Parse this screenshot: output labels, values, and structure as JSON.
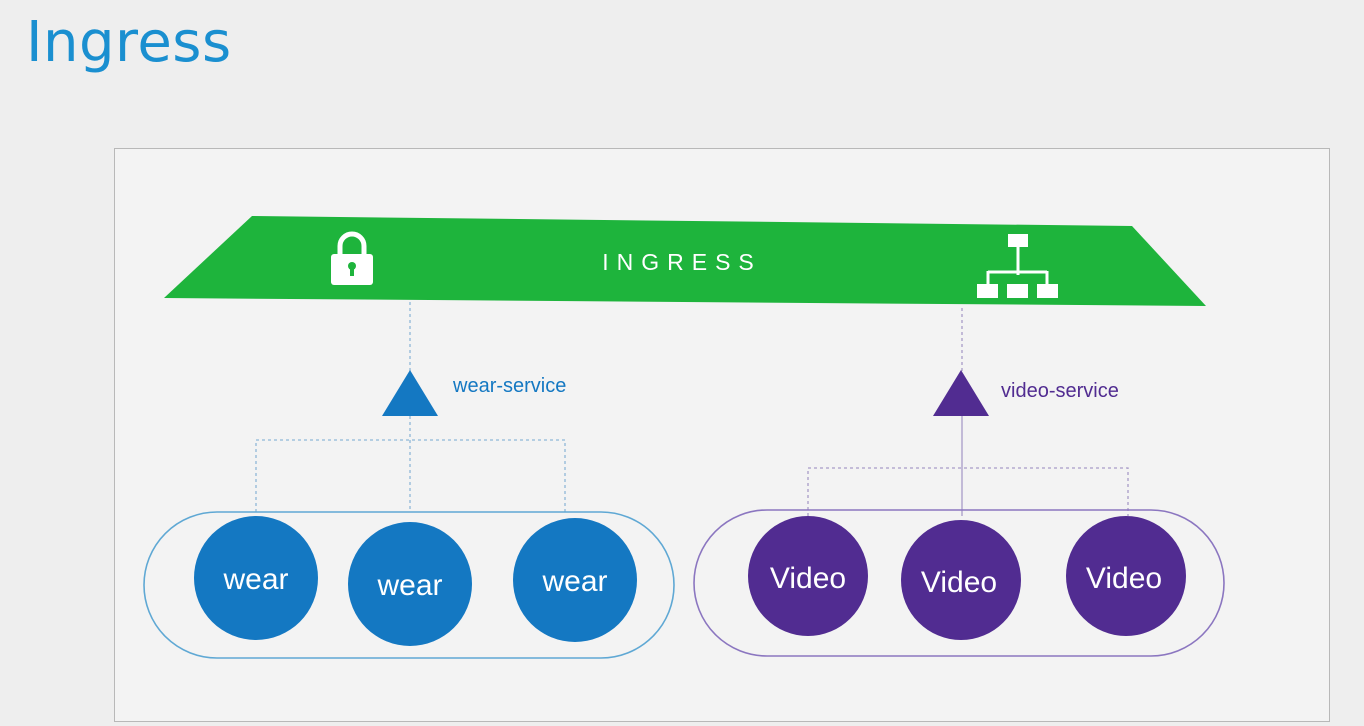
{
  "title": "Ingress",
  "ingress": {
    "label": "INGRESS",
    "color": "#1eb43c",
    "icons": [
      "lock-icon",
      "hierarchy-icon"
    ]
  },
  "services": [
    {
      "name": "wear-service",
      "color": "#1478c2",
      "pods": [
        "wear",
        "wear",
        "wear"
      ]
    },
    {
      "name": "video-service",
      "color": "#512c91",
      "pods": [
        "Video",
        "Video",
        "Video"
      ]
    }
  ]
}
